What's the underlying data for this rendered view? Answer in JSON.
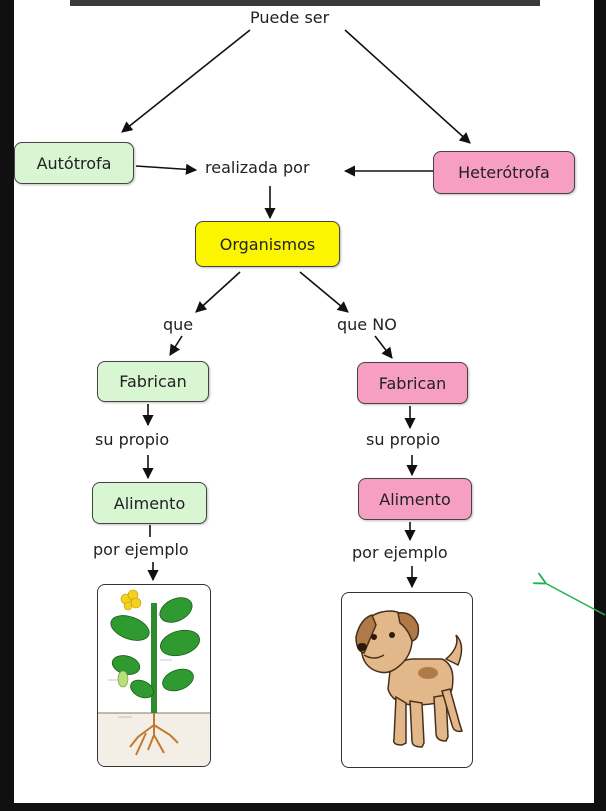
{
  "map": {
    "top_label": "Puede ser",
    "autotrofa": "Autótrofa",
    "heterotrofa": "Heterótrofa",
    "realizada_por": "realizada por",
    "organismos": "Organismos",
    "left": {
      "que": "que",
      "fabrican": "Fabrican",
      "su_propio": "su propio",
      "alimento": "Alimento",
      "por_ejemplo": "por ejemplo",
      "image": "plant-illustration"
    },
    "right": {
      "que": "que NO",
      "fabrican": "Fabrican",
      "su_propio": "su propio",
      "alimento": "Alimento",
      "por_ejemplo": "por ejemplo",
      "image": "dog-illustration"
    }
  },
  "colors": {
    "green_node": "#d8f6d2",
    "pink_node": "#f79fc3",
    "yellow_node": "#fbf500",
    "annotation_arrow": "#22b14c"
  }
}
